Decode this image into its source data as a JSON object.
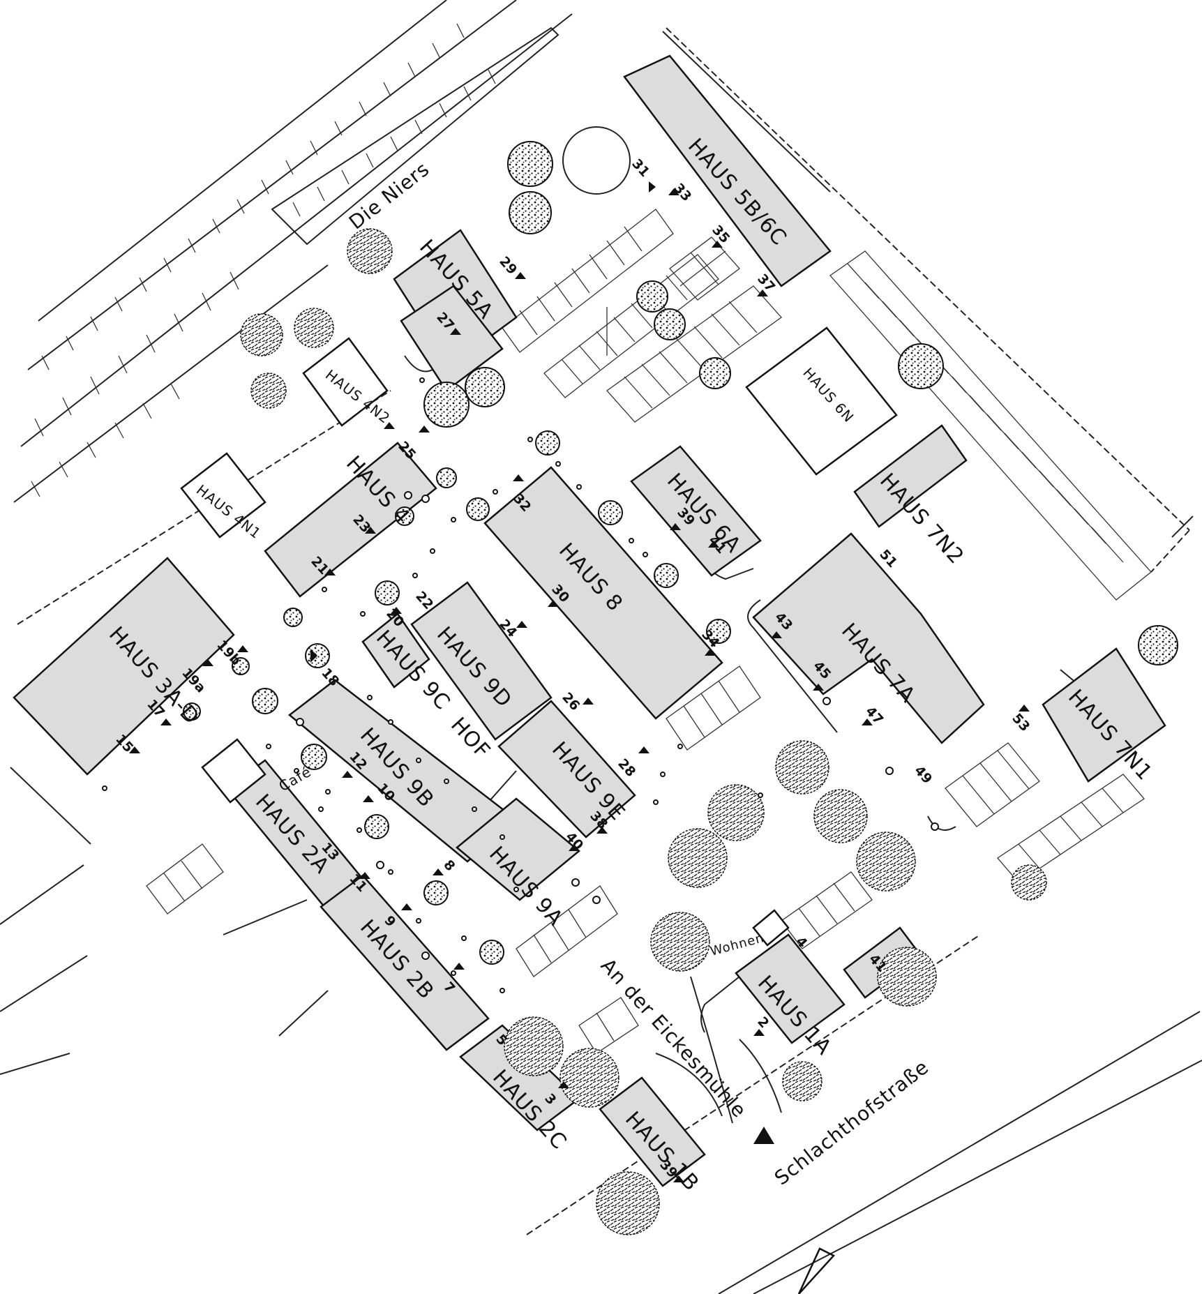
{
  "site_plan": {
    "streets": {
      "river": "Die Niers",
      "lane": "An der Eickesmühle",
      "main": "Schlachthofstraße"
    },
    "houses": {
      "h5b6c": "HAUS 5B/6C",
      "h5a": "HAUS 5A",
      "h6n": "HAUS 6N",
      "h4n2": "HAUS 4N2",
      "h4": "HAUS 4",
      "h4n1": "HAUS 4N1",
      "h6a": "HAUS 6A",
      "h7n2": "HAUS 7N2",
      "h8": "HAUS 8",
      "h3ad": "HAUS 3A-D",
      "h9c": "HAUS 9C",
      "h9d": "HAUS 9D",
      "h7a": "HAUS 7A",
      "h7n1": "HAUS 7N1",
      "h9b": "HAUS 9B",
      "h9e": "HAUS 9E",
      "h2a": "HAUS 2A",
      "h9a": "HAUS 9A",
      "h2b": "HAUS 2B",
      "h1a": "HAUS 1A",
      "h2c": "HAUS 2C",
      "h1b": "HAUS 1B"
    },
    "labels": {
      "hof": "HOF",
      "cafe": "Café",
      "wohnen": "Wohnen"
    },
    "entrances": {
      "n31": "31",
      "n33": "33",
      "n35": "35",
      "n37": "37",
      "n29": "29",
      "n27": "27",
      "n25": "25",
      "n23": "23",
      "n21": "21",
      "n32": "32",
      "n30": "30",
      "n34": "34",
      "n39": "39",
      "n41a": "41",
      "n51": "51",
      "n43": "43",
      "n45": "45",
      "n47": "47",
      "n49": "49",
      "n53": "53",
      "n22": "22",
      "n20": "20",
      "n24": "24",
      "n26": "26",
      "n28": "28",
      "n18": "18",
      "n19b": "19b",
      "n19a": "19a",
      "n17": "17",
      "n15": "15",
      "n12": "12",
      "n10": "10",
      "n8": "8",
      "n40": "40",
      "n38": "38",
      "n13": "13",
      "n11": "11",
      "n9": "9",
      "n7": "7",
      "n5": "5",
      "n3": "3",
      "n39b": "39",
      "n4": "4",
      "n2": "2",
      "n41b": "41"
    }
  }
}
